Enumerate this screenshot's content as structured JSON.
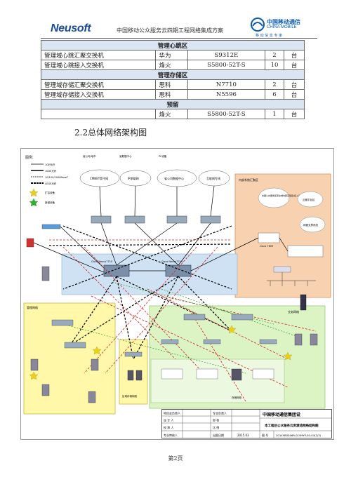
{
  "header": {
    "brand": "Neusoft",
    "title": "中国移动公众服务云四期工程网络集成方案",
    "logo_cn": "中国移动通信",
    "logo_en": "CHINA MOBILE",
    "logo_slogan": "移 动 信 息 专 家"
  },
  "table": {
    "sections": [
      {
        "title": "管理心跳区",
        "rows": [
          [
            "管理域心跳汇聚交换机",
            "华为",
            "S9312E",
            "2",
            "台"
          ],
          [
            "管理域心跳接入交换机",
            "烽火",
            "S5800-52T-S",
            "10",
            "台"
          ]
        ]
      },
      {
        "title": "管理存储区",
        "rows": [
          [
            "管理域存储汇聚交换机",
            "思科",
            "N7710",
            "2",
            "台"
          ],
          [
            "管理域存储接入交换机",
            "思科",
            "N5596",
            "6",
            "台"
          ]
        ]
      },
      {
        "title": "预留",
        "rows": [
          [
            "",
            "烽火",
            "S5800-52T-S",
            "1",
            "台"
          ]
        ]
      }
    ]
  },
  "section_heading": "2.2总体网络架构图",
  "diagram": {
    "legend_title": "图例:",
    "legend_items": [
      "1GE光纤",
      "10GE光纤",
      "10/100/1000BaseT",
      "40GE光纤",
      "扩容设备",
      "新增设备"
    ],
    "clouds": [
      "CMNET骨干网",
      "IP承载网",
      "省公司数据中心",
      "互联网专线"
    ],
    "top_labels": [
      "省公司/地市",
      "省数据中心",
      "PE设备"
    ],
    "zones": {
      "internal": "内部系统汇聚区",
      "mgmt": "管理网络",
      "business": "业务网络",
      "storage": "存储网络",
      "storage_left": "区域存储网络"
    },
    "right_labels": [
      "本期公共服务区安全域内部互联区(接入层)",
      "云管平台区",
      "Cisco 7609",
      "网管支撑系统"
    ],
    "core_labels": [
      "Cisco Nexus7710",
      "Cisco Nexus7710"
    ]
  },
  "titleblock": {
    "rows": [
      [
        "项目总负责人",
        "",
        "专业负责人",
        ""
      ],
      [
        "设 计 人",
        "",
        "审 核",
        ""
      ],
      [
        "校 审 人",
        "",
        "比 例",
        ""
      ],
      [
        "专业审核人",
        "",
        "出图日期",
        "2015.03"
      ]
    ],
    "company": "中国移动通信集团设",
    "drawing_title": "本工程后公众服务云资源池网络结构图",
    "no_label": "图 号",
    "drawing_no": "2014YB0046R-01YMYY-50-03(2/3)"
  },
  "page_number": "第2页"
}
